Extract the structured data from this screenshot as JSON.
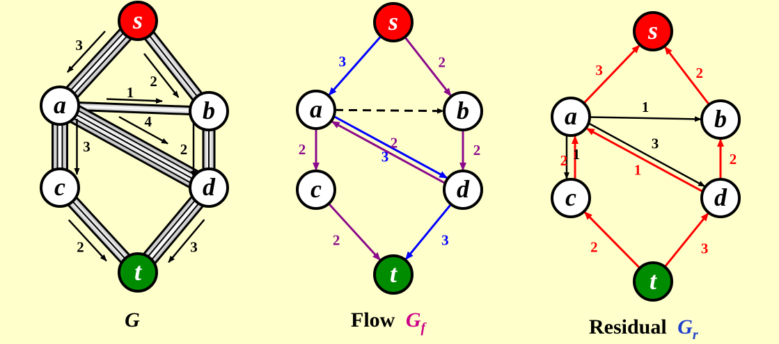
{
  "colors": {
    "background": "#FFFFCC",
    "source_fill": "#FF0000",
    "sink_fill": "#008C00",
    "node_fill": "#FFFFFF",
    "flow_blue": "#0000FF",
    "flow_purple": "#8B0A8B",
    "residual_red": "#FF0000",
    "black": "#000000",
    "gf_magenta": "#CC0088",
    "gr_blue": "#1E3FCC"
  },
  "graphs": [
    {
      "id": "G",
      "caption": "G",
      "caption_prefix": "",
      "nodes": [
        {
          "id": "s",
          "label": "s",
          "type": "source"
        },
        {
          "id": "a",
          "label": "a",
          "type": "normal"
        },
        {
          "id": "b",
          "label": "b",
          "type": "normal"
        },
        {
          "id": "c",
          "label": "c",
          "type": "normal"
        },
        {
          "id": "d",
          "label": "d",
          "type": "normal"
        },
        {
          "id": "t",
          "label": "t",
          "type": "sink"
        }
      ],
      "edges": [
        {
          "from": "s",
          "to": "a",
          "capacity": "3"
        },
        {
          "from": "s",
          "to": "b",
          "capacity": "2"
        },
        {
          "from": "a",
          "to": "b",
          "capacity": "1"
        },
        {
          "from": "a",
          "to": "c",
          "capacity": "3"
        },
        {
          "from": "a",
          "to": "d",
          "capacity": "4"
        },
        {
          "from": "b",
          "to": "d",
          "capacity": "2"
        },
        {
          "from": "c",
          "to": "t",
          "capacity": "2"
        },
        {
          "from": "d",
          "to": "t",
          "capacity": "3"
        }
      ]
    },
    {
      "id": "Gf",
      "caption_prefix": "Flow",
      "caption": "G",
      "caption_sub": "f",
      "edges": [
        {
          "from": "s",
          "to": "a",
          "flow": "3",
          "color": "blue"
        },
        {
          "from": "s",
          "to": "b",
          "flow": "2",
          "color": "purple"
        },
        {
          "from": "a",
          "to": "b",
          "flow": "",
          "color": "black",
          "dashed": true
        },
        {
          "from": "a",
          "to": "c",
          "flow": "2",
          "color": "purple"
        },
        {
          "from": "a",
          "to": "d",
          "flow": "3",
          "color": "blue"
        },
        {
          "from": "d",
          "to": "a",
          "flow": "2",
          "color": "purple"
        },
        {
          "from": "b",
          "to": "d",
          "flow": "2",
          "color": "purple"
        },
        {
          "from": "c",
          "to": "t",
          "flow": "2",
          "color": "purple"
        },
        {
          "from": "d",
          "to": "t",
          "flow": "3",
          "color": "blue"
        }
      ]
    },
    {
      "id": "Gr",
      "caption_prefix": "Residual",
      "caption": "G",
      "caption_sub": "r",
      "edges": [
        {
          "from": "a",
          "to": "s",
          "capacity": "3",
          "color": "red"
        },
        {
          "from": "b",
          "to": "s",
          "capacity": "2",
          "color": "red"
        },
        {
          "from": "a",
          "to": "b",
          "capacity": "1",
          "color": "black"
        },
        {
          "from": "a",
          "to": "c",
          "capacity": "1",
          "color": "black"
        },
        {
          "from": "c",
          "to": "a",
          "capacity": "2",
          "color": "red"
        },
        {
          "from": "a",
          "to": "d",
          "capacity": "3",
          "color": "black"
        },
        {
          "from": "d",
          "to": "a",
          "capacity": "1",
          "color": "red"
        },
        {
          "from": "d",
          "to": "b",
          "capacity": "2",
          "color": "red"
        },
        {
          "from": "t",
          "to": "c",
          "capacity": "2",
          "color": "red"
        },
        {
          "from": "t",
          "to": "d",
          "capacity": "3",
          "color": "red"
        }
      ]
    }
  ]
}
